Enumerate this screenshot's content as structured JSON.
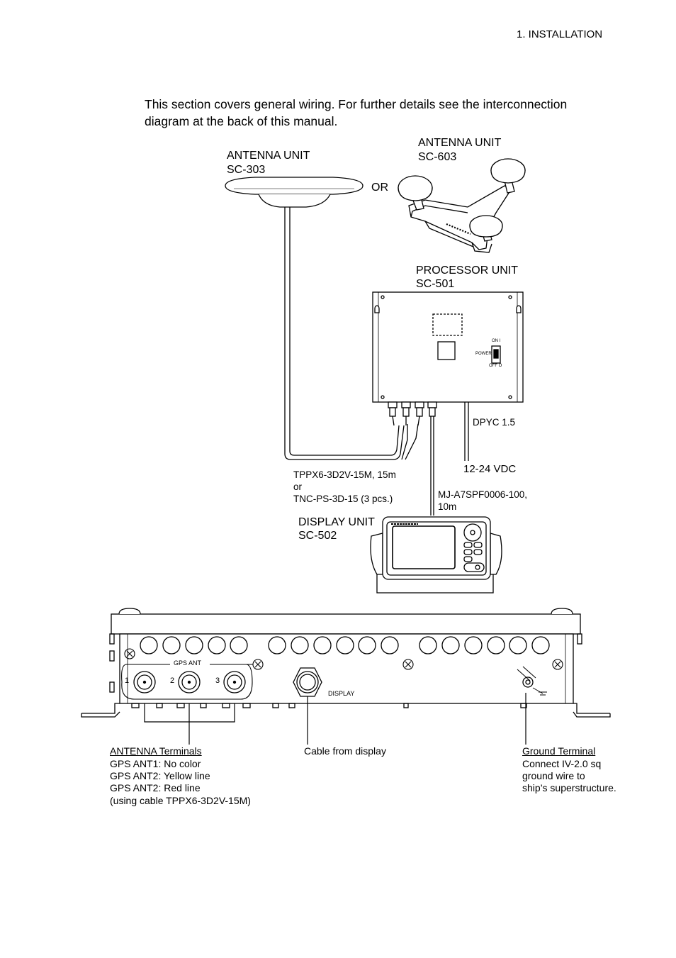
{
  "header": {
    "section": "1. INSTALLATION"
  },
  "intro": {
    "line1": "This section covers general wiring. For further details see the interconnection",
    "line2": "diagram at the back of this manual."
  },
  "antenna_sc303": {
    "title": "ANTENNA UNIT",
    "model": "SC-303"
  },
  "or_label": "OR",
  "antenna_sc603": {
    "title": "ANTENNA UNIT",
    "model": "SC-603"
  },
  "processor": {
    "title": "PROCESSOR UNIT",
    "model": "SC-501",
    "switch_on": "ON  I",
    "switch_label": "POWER",
    "switch_off": "OFF  O"
  },
  "cables": {
    "dpyc": "DPYC 1.5",
    "power": "12-24 VDC",
    "antenna_line1": "TPPX6-3D2V-15M, 15m",
    "antenna_line2": "or",
    "antenna_line3": "TNC-PS-3D-15 (3 pcs.)",
    "display_line1": "MJ-A7SPF0006-100,",
    "display_line2": "10m"
  },
  "display_unit": {
    "title": "DISPLAY UNIT",
    "model": "SC-502"
  },
  "bottom_panel": {
    "gps_ant": "GPS ANT",
    "port1": "1",
    "port2": "2",
    "port3": "3",
    "display": "DISPLAY"
  },
  "notes": {
    "antenna": {
      "heading": "ANTENNA Terminals",
      "lines": [
        "GPS ANT1: No color",
        "GPS ANT2: Yellow line",
        "GPS ANT2: Red line",
        "(using cable TPPX6-3D2V-15M)"
      ]
    },
    "display": {
      "heading": "Cable from display"
    },
    "ground": {
      "heading": "Ground Terminal",
      "lines": [
        "Connect IV-2.0 sq",
        "ground wire to",
        "ship’s superstructure."
      ]
    }
  }
}
